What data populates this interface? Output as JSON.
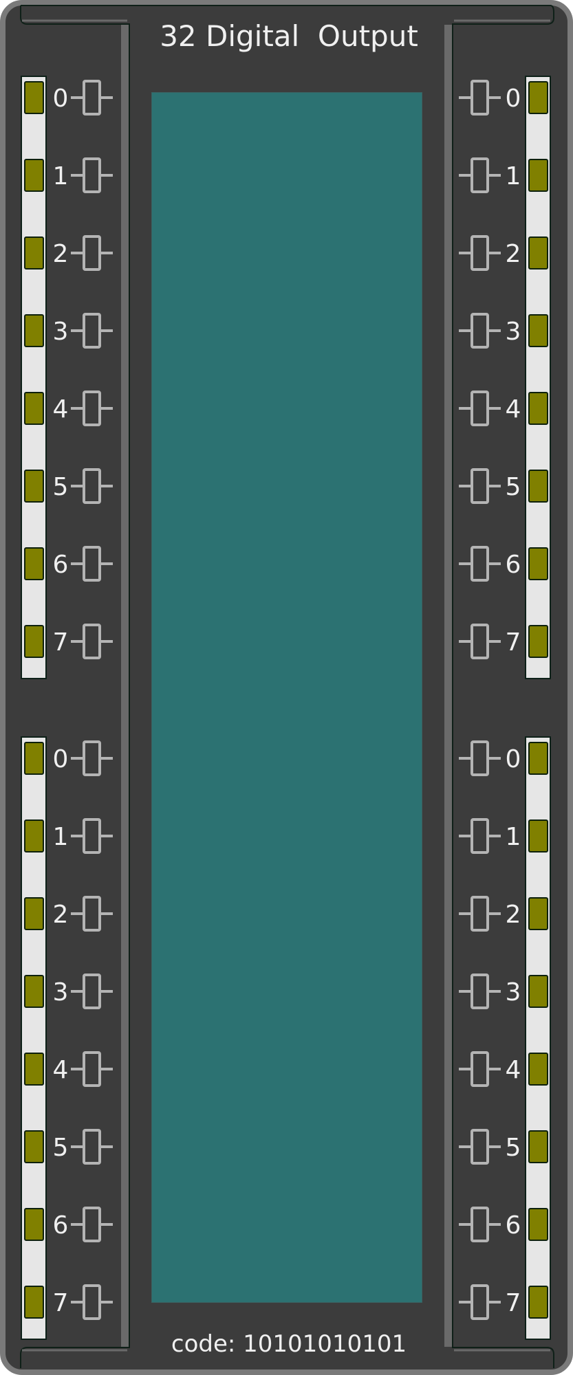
{
  "title": "32 Digital  Output",
  "code_label": "code: 10101010101",
  "colors": {
    "led": "#808000",
    "display": "#2c7272",
    "panel": "#3c3c3c",
    "border": "#777777"
  },
  "groups": [
    {
      "id": "left-top",
      "channels": [
        "0",
        "1",
        "2",
        "3",
        "4",
        "5",
        "6",
        "7"
      ]
    },
    {
      "id": "left-bottom",
      "channels": [
        "0",
        "1",
        "2",
        "3",
        "4",
        "5",
        "6",
        "7"
      ]
    },
    {
      "id": "right-top",
      "channels": [
        "0",
        "1",
        "2",
        "3",
        "4",
        "5",
        "6",
        "7"
      ]
    },
    {
      "id": "right-bottom",
      "channels": [
        "0",
        "1",
        "2",
        "3",
        "4",
        "5",
        "6",
        "7"
      ]
    }
  ]
}
